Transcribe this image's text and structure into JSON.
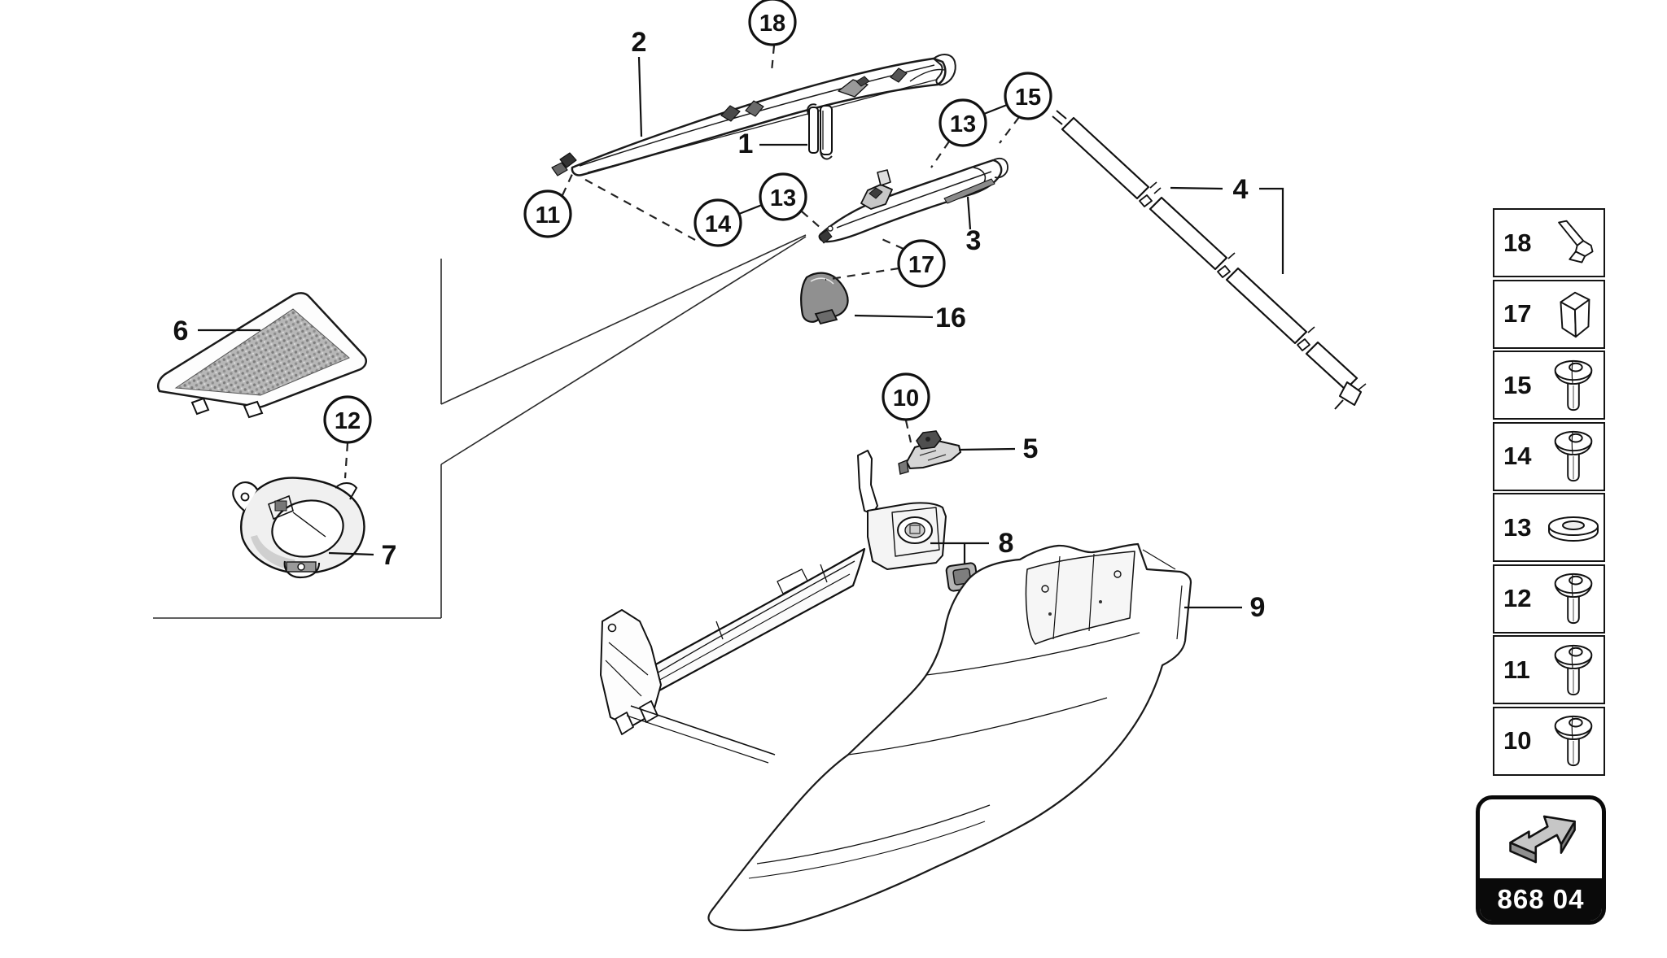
{
  "labels": {
    "p1": "1",
    "p2": "2",
    "p3": "3",
    "p4": "4",
    "p5": "5",
    "p6": "6",
    "p7": "7",
    "p8": "8",
    "p9": "9",
    "p16": "16"
  },
  "circles": {
    "c18": "18",
    "c15": "15",
    "c13_top": "13",
    "c13_mid": "13",
    "c14": "14",
    "c11": "11",
    "c17": "17",
    "c12": "12",
    "c10": "10"
  },
  "legend": {
    "rows": [
      {
        "num": "18",
        "icon": "clip-icon"
      },
      {
        "num": "17",
        "icon": "block-icon"
      },
      {
        "num": "15",
        "icon": "screw-icon"
      },
      {
        "num": "14",
        "icon": "screw-icon"
      },
      {
        "num": "13",
        "icon": "washer-icon"
      },
      {
        "num": "12",
        "icon": "screw-icon"
      },
      {
        "num": "11",
        "icon": "screw-icon"
      },
      {
        "num": "10",
        "icon": "screw-icon"
      }
    ]
  },
  "nav": {
    "code": "868 04",
    "icon": "arrow-icon"
  },
  "colors": {
    "line": "#1a1a1a",
    "shade_light": "#ececec",
    "shade_mid": "#b5b5b5",
    "shade_dark": "#4a4a4a",
    "nav_bg": "#0a0a0a",
    "nav_text": "#ffffff"
  }
}
